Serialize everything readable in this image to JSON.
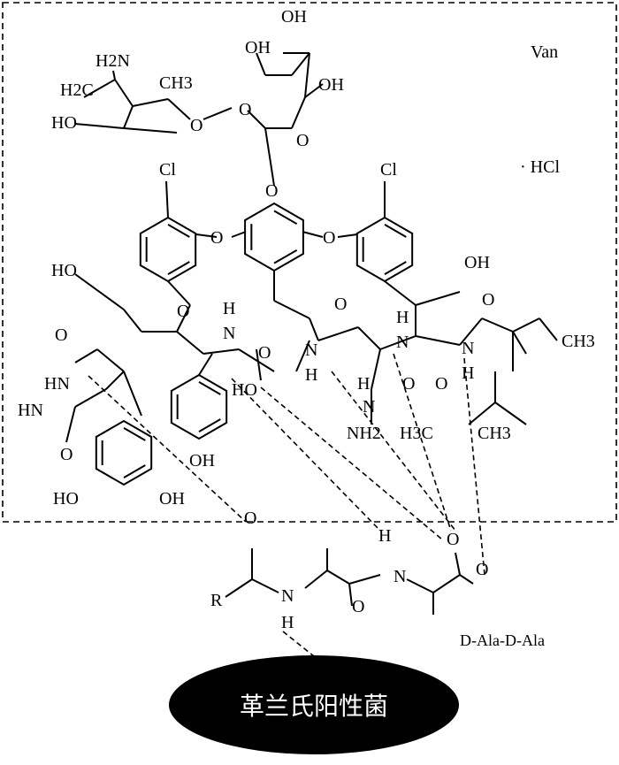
{
  "drug_label": "Van",
  "salt_label": "· HCl",
  "substrate_label": "D-Ala-D-Ala",
  "bacteria_label": "革兰氏阳性菌",
  "atom_labels": [
    "H2N",
    "CH3",
    "H2C",
    "HO",
    "O",
    "O",
    "OH",
    "OH",
    "OH",
    "O",
    "O",
    "Cl",
    "O",
    "O",
    "Cl",
    "HO",
    "OH",
    "O",
    "H",
    "N",
    "O",
    "H",
    "N",
    "O",
    "H",
    "N",
    "H",
    "N",
    "O",
    "O",
    "HN",
    "HN",
    "O",
    "HO",
    "NH2",
    "H3C",
    "CH3",
    "H",
    "N",
    "CH3",
    "O",
    "OH",
    "HO",
    "OH",
    "O",
    "R",
    "N",
    "H",
    "O",
    "H",
    "N",
    "O",
    "O",
    "O"
  ]
}
